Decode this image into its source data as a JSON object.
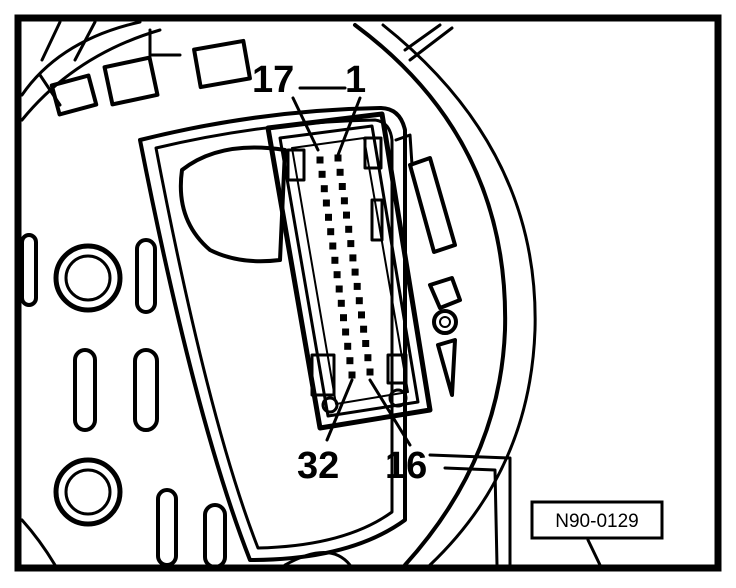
{
  "labels": {
    "pin_17": "17",
    "pin_1": "1",
    "pin_32": "32",
    "pin_16": "16"
  },
  "reference_code": "N90-0129",
  "connector": {
    "rows": 2,
    "pins_per_row": 16
  },
  "colors": {
    "ink": "#000000",
    "paper": "#ffffff"
  }
}
